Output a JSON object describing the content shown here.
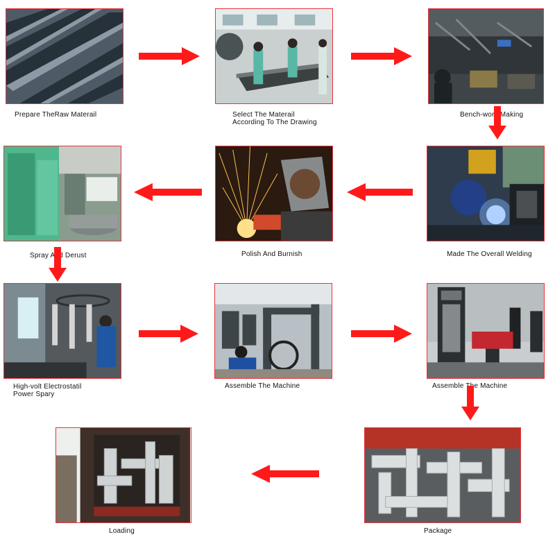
{
  "accent_color": "#ff1a1a",
  "frame_color": "#e8333a",
  "steps": [
    {
      "label": "Prepare TheRaw Materail",
      "image": "steel-channel-stack-photo"
    },
    {
      "label": "Select The Materail",
      "label2": "According To The Drawing",
      "image": "workshop-material-table-photo"
    },
    {
      "label": "Bench-work Making",
      "image": "bench-work-workshop-photo"
    },
    {
      "label": "Made The Overall Welding",
      "image": "welding-photo"
    },
    {
      "label": "Polish And Burnish",
      "image": "grinding-sparks-photo"
    },
    {
      "label": "Spray And Derust",
      "image": "spray-booth-photo"
    },
    {
      "label": "High-volt Electrostatil",
      "label2": "Power Spary",
      "image": "powder-coating-line-photo"
    },
    {
      "label": "Assemble The Machine",
      "image": "assembly-floor-photo"
    },
    {
      "label": "Assemble The Machine",
      "image": "finished-machine-photo"
    },
    {
      "label": "Package",
      "image": "wrapped-frames-photo"
    },
    {
      "label": "Loading",
      "image": "container-loading-photo"
    }
  ],
  "flow": [
    "right",
    "right",
    "down",
    "left",
    "left",
    "down",
    "right",
    "right",
    "down",
    "left"
  ]
}
